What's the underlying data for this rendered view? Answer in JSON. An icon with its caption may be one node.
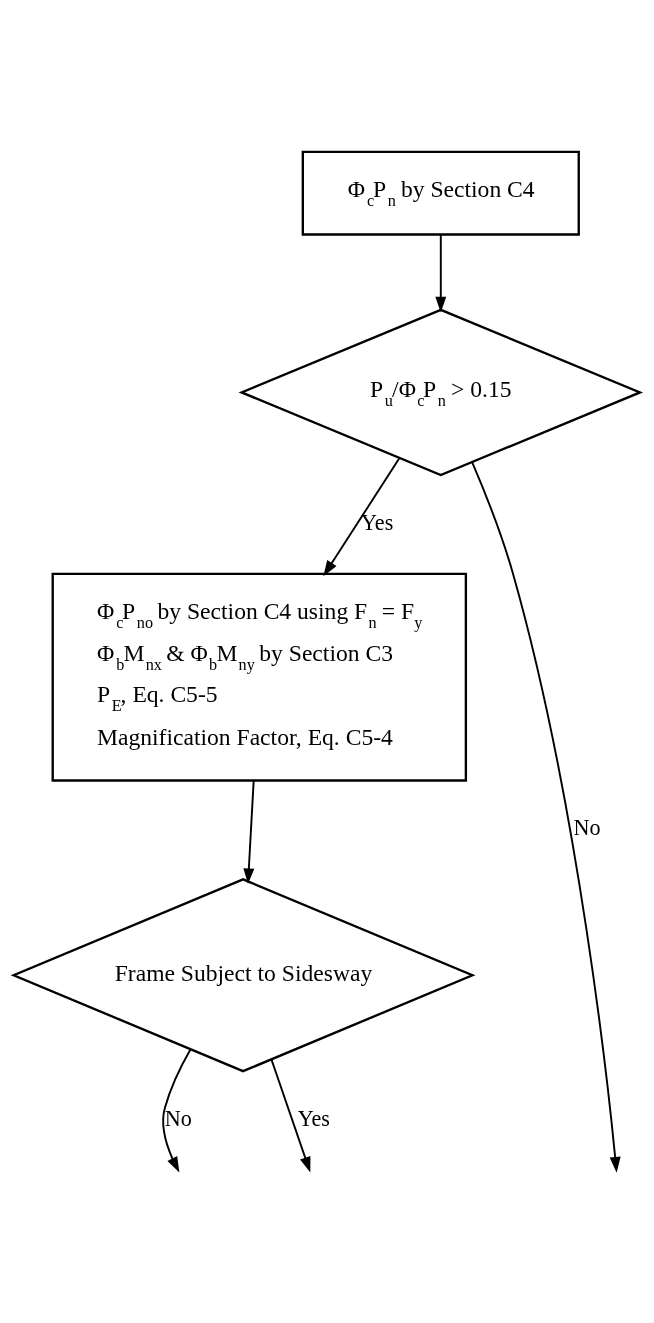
{
  "diagram": {
    "nodes": [
      {
        "text": [
          "Φ$_{c}$P$_{n}$ by Section C4"
        ]
      },
      {
        "text": [
          "P$_{u}$/Φ$_{c}$P$_{n}$ > 0.15"
        ]
      },
      {
        "text": [
          "Φ$_{c}$P$_{no}$ by Section C4 using F$_{n}$ = F$_{y}$",
          "Φ$_{b}$M$_{nx}$ & Φ$_{b}$M$_{ny}$ by Section C3",
          "P$_{E}$, Eq. C5-5",
          "Magnification Factor, Eq. C5-4"
        ]
      },
      {
        "text": [
          "Frame Subject to Sidesway"
        ]
      }
    ],
    "edges": [
      {
        "from": 0,
        "to": 1,
        "arrow": "to"
      },
      {
        "from": 1,
        "to": null,
        "arrow": "to",
        "label": "No"
      },
      {
        "from": 1,
        "to": 2,
        "arrow": "to",
        "label": "Yes"
      },
      {
        "from": 2,
        "to": 3,
        "arrow": "to"
      },
      {
        "from": 3,
        "to": null,
        "arrow": "to",
        "label": "No"
      },
      {
        "from": 3,
        "to": null,
        "arrow": "to",
        "label": "Yes"
      }
    ]
  }
}
